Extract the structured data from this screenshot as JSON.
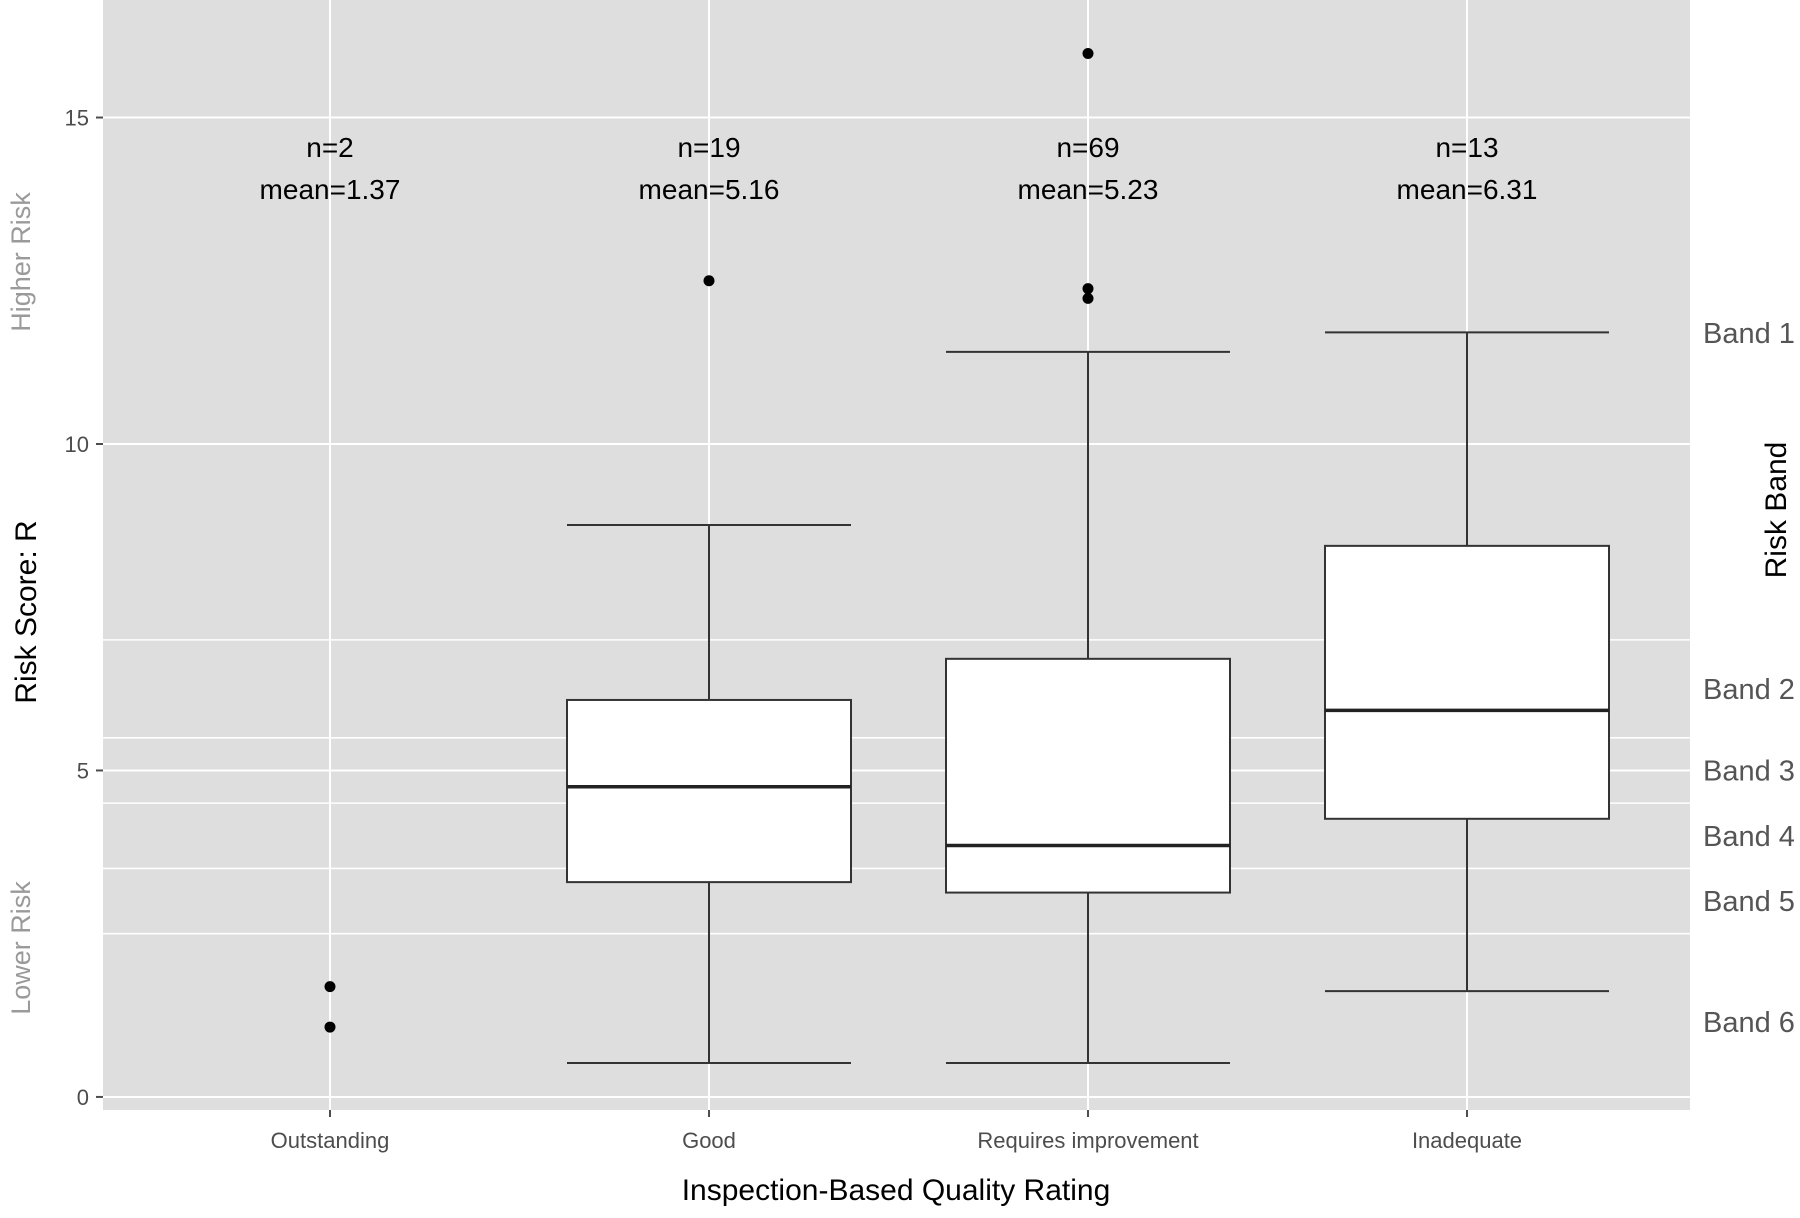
{
  "chart_data": {
    "type": "boxplot",
    "xlabel": "Inspection-Based Quality Rating",
    "ylabel": "Risk Score: R",
    "y2label": "Risk Band",
    "ylabel_low": "Lower Risk",
    "ylabel_high": "Higher Risk",
    "ylim": [
      -0.2,
      16.8
    ],
    "yticks": [
      0,
      5,
      10,
      15
    ],
    "ytick_labels": [
      "0",
      "5",
      "10",
      "15"
    ],
    "grid": true,
    "background": "#dedede",
    "categories": [
      "Outstanding",
      "Good",
      "Requires improvement",
      "Inadequate"
    ],
    "boxes": [
      {
        "category": "Outstanding",
        "n_label": "n=2",
        "mean_label": "mean=1.37",
        "n": 2,
        "mean": 1.37,
        "has_box": false,
        "outliers": [
          1.07,
          1.69
        ]
      },
      {
        "category": "Good",
        "n_label": "n=19",
        "mean_label": "mean=5.16",
        "n": 19,
        "mean": 5.16,
        "has_box": true,
        "whisker_low": 0.52,
        "q1": 3.29,
        "median": 4.75,
        "q3": 6.08,
        "whisker_high": 8.76,
        "outliers": [
          12.5
        ]
      },
      {
        "category": "Requires improvement",
        "n_label": "n=69",
        "mean_label": "mean=5.23",
        "n": 69,
        "mean": 5.23,
        "has_box": true,
        "whisker_low": 0.52,
        "q1": 3.13,
        "median": 3.85,
        "q3": 6.71,
        "whisker_high": 11.41,
        "outliers": [
          12.23,
          12.38,
          15.98
        ]
      },
      {
        "category": "Inadequate",
        "n_label": "n=13",
        "mean_label": "mean=6.31",
        "n": 13,
        "mean": 6.31,
        "has_box": true,
        "whisker_low": 1.62,
        "q1": 4.26,
        "median": 5.92,
        "q3": 8.44,
        "whisker_high": 11.71,
        "outliers": []
      }
    ],
    "risk_band_thresholds": [
      2.5,
      3.5,
      4.5,
      5.5,
      7.0
    ],
    "risk_bands": [
      {
        "label": "Band 1",
        "y": 11.7
      },
      {
        "label": "Band 2",
        "y": 6.25
      },
      {
        "label": "Band 3",
        "y": 5.0
      },
      {
        "label": "Band 4",
        "y": 4.0
      },
      {
        "label": "Band 5",
        "y": 3.0
      },
      {
        "label": "Band 6",
        "y": 1.15
      }
    ]
  }
}
